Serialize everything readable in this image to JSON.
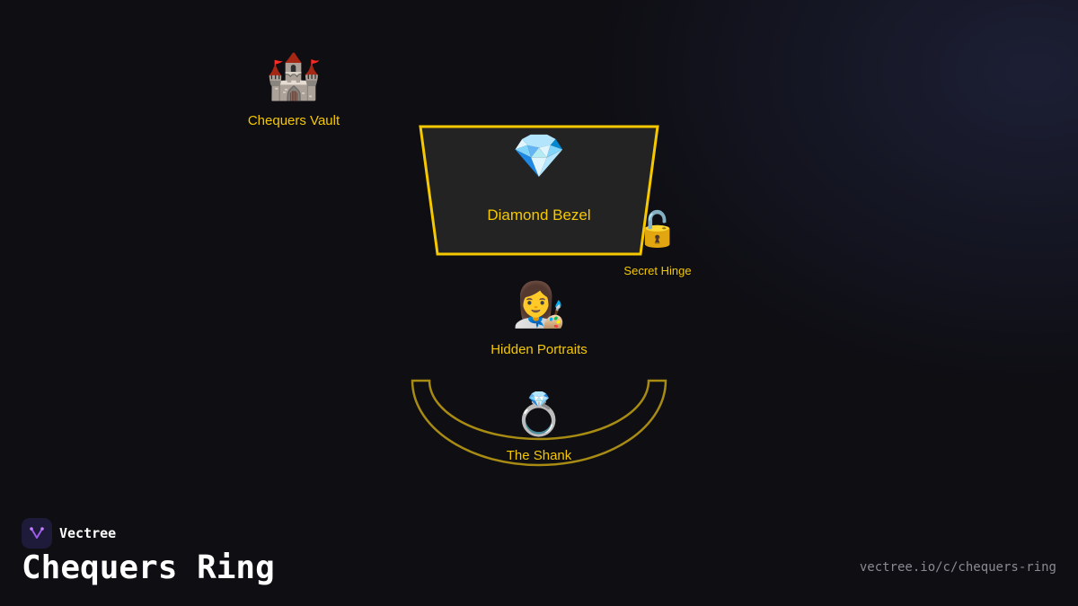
{
  "diagram": {
    "accent_color": "#f5c800",
    "shank_color": "#a88b12",
    "nodes": {
      "vault": {
        "label": "Chequers Vault",
        "icon": "castle-icon",
        "glyph": "🏰"
      },
      "bezel": {
        "label": "Diamond Bezel",
        "icon": "gem-icon",
        "glyph": "💎"
      },
      "hinge": {
        "label": "Secret Hinge",
        "icon": "unlocked-padlock-icon",
        "glyph": "🔓"
      },
      "portraits": {
        "label": "Hidden Portraits",
        "icon": "artist-icon",
        "glyph": "👩‍🎨"
      },
      "shank": {
        "label": "The Shank",
        "icon": "ring-icon",
        "glyph": "💍"
      }
    }
  },
  "footer": {
    "brand_name": "Vectree",
    "title": "Chequers Ring",
    "url": "vectree.io/c/chequers-ring"
  }
}
